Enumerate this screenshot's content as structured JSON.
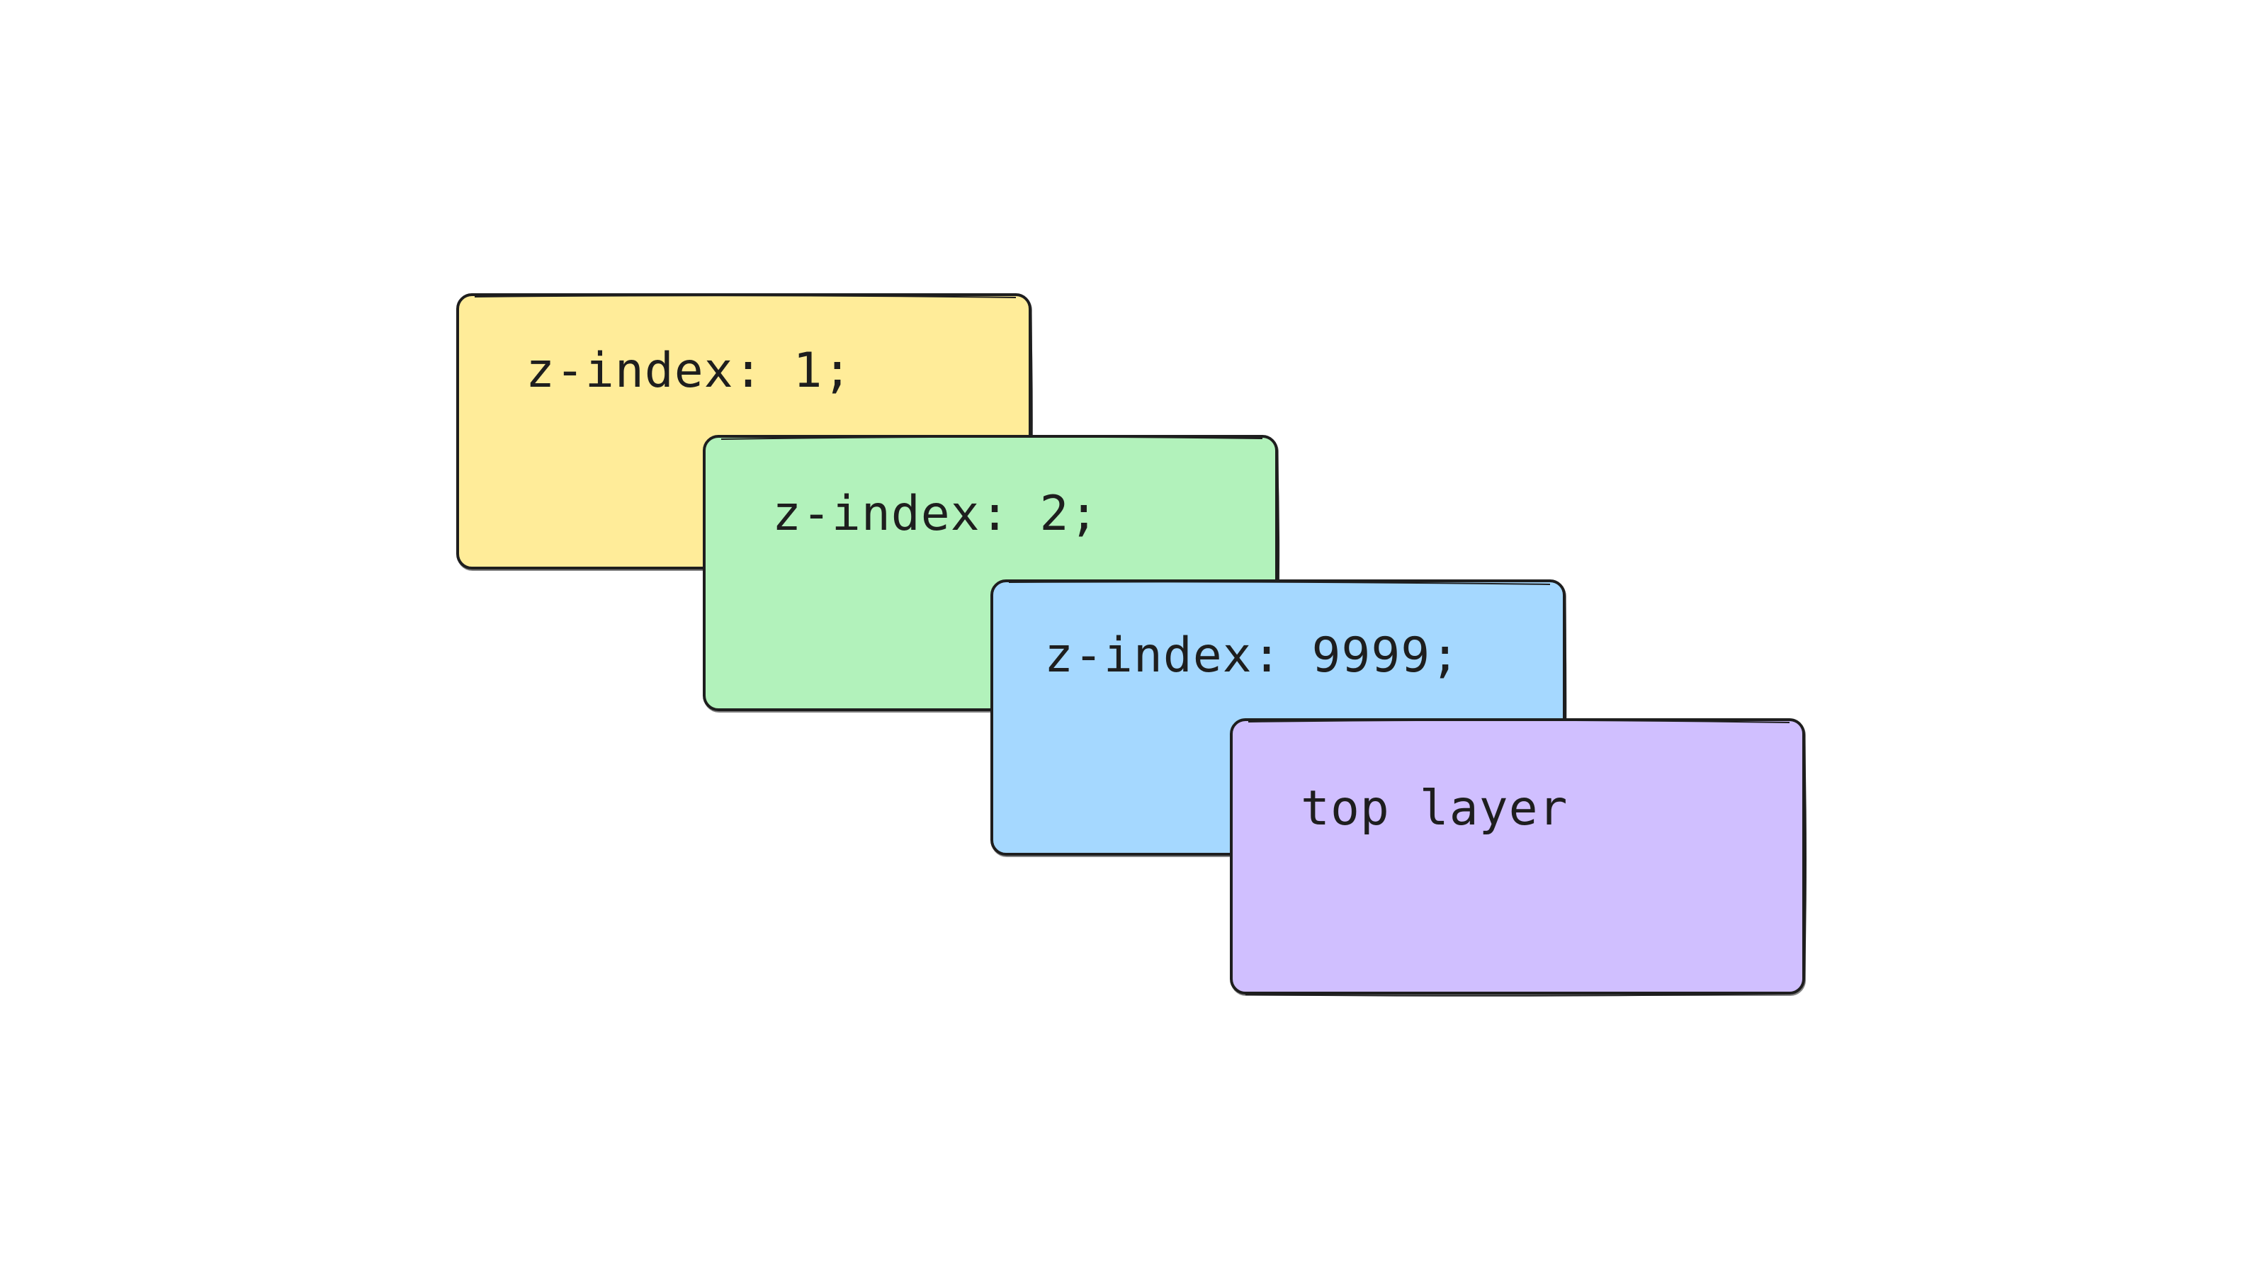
{
  "layers": [
    {
      "label": "z-index: 1;",
      "fill": "#ffec99"
    },
    {
      "label": "z-index: 2;",
      "fill": "#b2f2bb"
    },
    {
      "label": "z-index: 9999;",
      "fill": "#a5d8ff"
    },
    {
      "label": "top layer",
      "fill": "#d0bfff"
    }
  ],
  "stroke_color": "#1e1e1e",
  "background": "#ffffff"
}
